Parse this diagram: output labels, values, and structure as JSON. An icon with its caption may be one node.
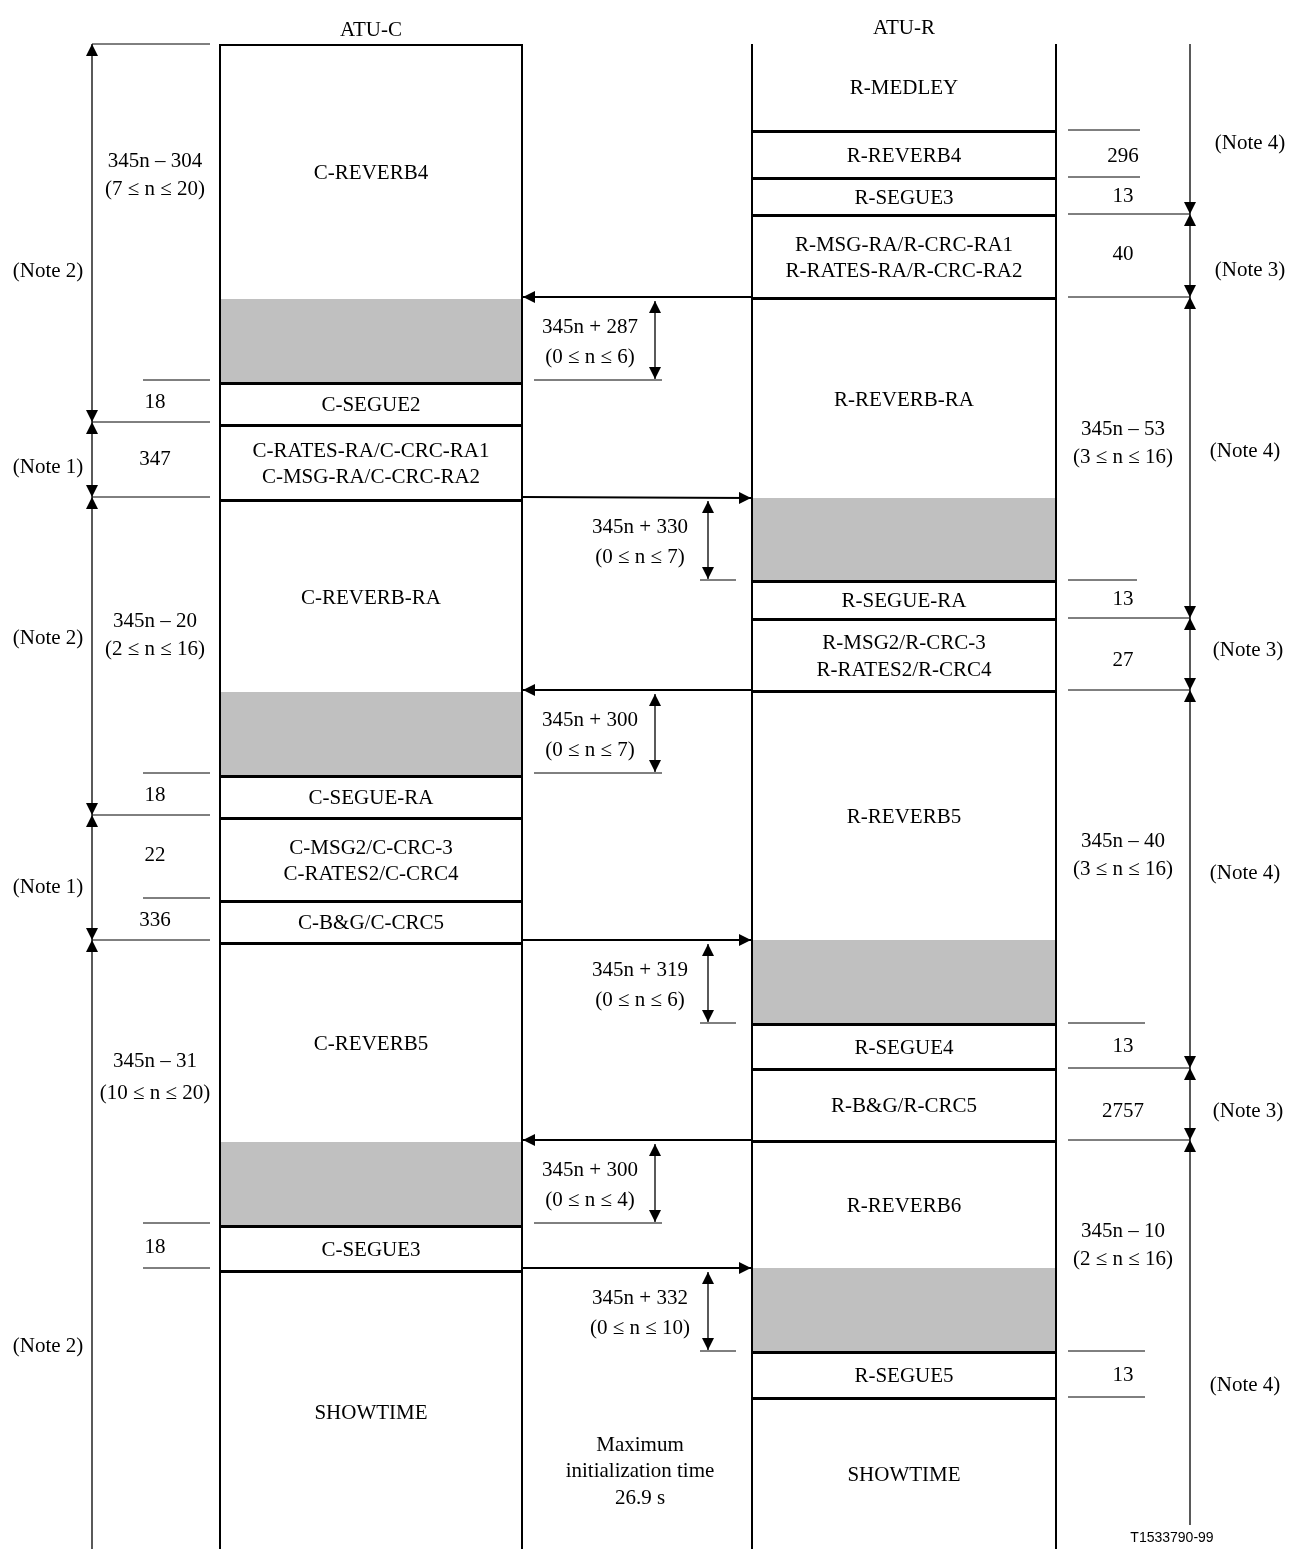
{
  "diagram": {
    "nodes": [
      {
        "text": [
          "ATU-C"
        ]
      },
      {
        "text": [
          "C-REVERB4"
        ],
        "in": 0,
        "beside": [
          "345n – 304",
          "(7 ≤ n ≤ 20)"
        ]
      },
      {
        "text": [],
        "shape": "box",
        "in": 0,
        "beside": [
          "345n + 287",
          "(0 ≤ n ≤ 6)"
        ]
      },
      {
        "text": [
          "C-SEGUE2"
        ],
        "in": 0,
        "beside": [
          "18"
        ]
      },
      {
        "text": [
          "C-RATES-RA/C-CRC-RA1",
          "C-MSG-RA/C-CRC-RA2"
        ],
        "in": 0,
        "beside": [
          "347"
        ]
      },
      {
        "text": [
          "C-REVERB-RA"
        ],
        "in": 0,
        "beside": [
          "345n – 20",
          "(2 ≤ n ≤ 16)"
        ]
      },
      {
        "text": [],
        "shape": "box",
        "in": 0,
        "beside": [
          "345n + 300",
          "(0 ≤ n ≤ 7)"
        ]
      },
      {
        "text": [
          "C-SEGUE-RA"
        ],
        "in": 0,
        "beside": [
          "18"
        ]
      },
      {
        "text": [
          "C-MSG2/C-CRC-3",
          "C-RATES2/C-CRC4"
        ],
        "in": 0,
        "beside": [
          "22"
        ]
      },
      {
        "text": [
          "C-B&G/C-CRC5"
        ],
        "in": 0,
        "beside": [
          "336"
        ]
      },
      {
        "text": [
          "C-REVERB5"
        ],
        "in": 0,
        "beside": [
          "345n – 31",
          "(10 ≤ n ≤ 20)"
        ]
      },
      {
        "text": [],
        "shape": "box",
        "in": 0,
        "beside": [
          "345n + 300",
          "(0 ≤ n ≤ 4)"
        ]
      },
      {
        "text": [
          "C-SEGUE3"
        ],
        "in": 0,
        "beside": [
          "18"
        ]
      },
      {
        "text": [
          "SHOWTIME"
        ],
        "in": 0
      },
      {
        "text": [
          "ATU-R"
        ]
      },
      {
        "text": [
          "R-MEDLEY"
        ],
        "in": 14
      },
      {
        "text": [
          "R-REVERB4"
        ],
        "in": 14,
        "beside": [
          "296"
        ]
      },
      {
        "text": [
          "R-SEGUE3"
        ],
        "in": 14,
        "beside": [
          "13"
        ]
      },
      {
        "text": [
          "R-MSG-RA/R-CRC-RA1",
          "R-RATES-RA/R-CRC-RA2"
        ],
        "in": 14,
        "beside": [
          "40"
        ]
      },
      {
        "text": [
          "R-REVERB-RA"
        ],
        "in": 14,
        "beside": [
          "345n – 53",
          "(3 ≤ n ≤ 16)"
        ]
      },
      {
        "text": [],
        "shape": "box",
        "in": 14,
        "beside": [
          "345n + 330",
          "(0 ≤ n ≤ 7)"
        ]
      },
      {
        "text": [
          "R-SEGUE-RA"
        ],
        "in": 14,
        "beside": [
          "13"
        ]
      },
      {
        "text": [
          "R-MSG2/R-CRC-3",
          "R-RATES2/R-CRC4"
        ],
        "in": 14,
        "beside": [
          "27"
        ]
      },
      {
        "text": [
          "R-REVERB5"
        ],
        "in": 14,
        "beside": [
          "345n – 40",
          "(3 ≤ n ≤ 16)"
        ]
      },
      {
        "text": [],
        "shape": "box",
        "in": 14,
        "beside": [
          "345n + 319",
          "(0 ≤ n ≤ 6)"
        ]
      },
      {
        "text": [
          "R-SEGUE4"
        ],
        "in": 14,
        "beside": [
          "13"
        ]
      },
      {
        "text": [
          "R-B&G/R-CRC5"
        ],
        "in": 14,
        "beside": [
          "2757"
        ]
      },
      {
        "text": [
          "R-REVERB6"
        ],
        "in": 14,
        "beside": [
          "345n – 10",
          "(2 ≤ n ≤ 16)"
        ]
      },
      {
        "text": [],
        "shape": "box",
        "in": 14,
        "beside": [
          "345n + 332",
          "(0 ≤ n ≤ 10)"
        ]
      },
      {
        "text": [
          "R-SEGUE5"
        ],
        "in": 14,
        "beside": [
          "13"
        ]
      },
      {
        "text": [
          "SHOWTIME"
        ],
        "in": 14
      }
    ],
    "edges": [
      {
        "from": 18,
        "to": 2,
        "arrow": "to"
      },
      {
        "from": 4,
        "to": 20,
        "arrow": "to"
      },
      {
        "from": 22,
        "to": 6,
        "arrow": "to"
      },
      {
        "from": 9,
        "to": 24,
        "arrow": "to"
      },
      {
        "from": 26,
        "to": 11,
        "arrow": "to"
      },
      {
        "from": 12,
        "to": 28,
        "arrow": "to"
      }
    ],
    "labels": [
      "(Note 2)",
      "(Note 1)",
      "(Note 2)",
      "(Note 1)",
      "(Note 2)",
      "Maximum initialization time 26.9 s",
      "(Note 4)",
      "(Note 3)",
      "(Note 4)",
      "(Note 3)",
      "(Note 4)",
      "(Note 3)",
      "(Note 4)",
      "T1533790-99"
    ]
  }
}
